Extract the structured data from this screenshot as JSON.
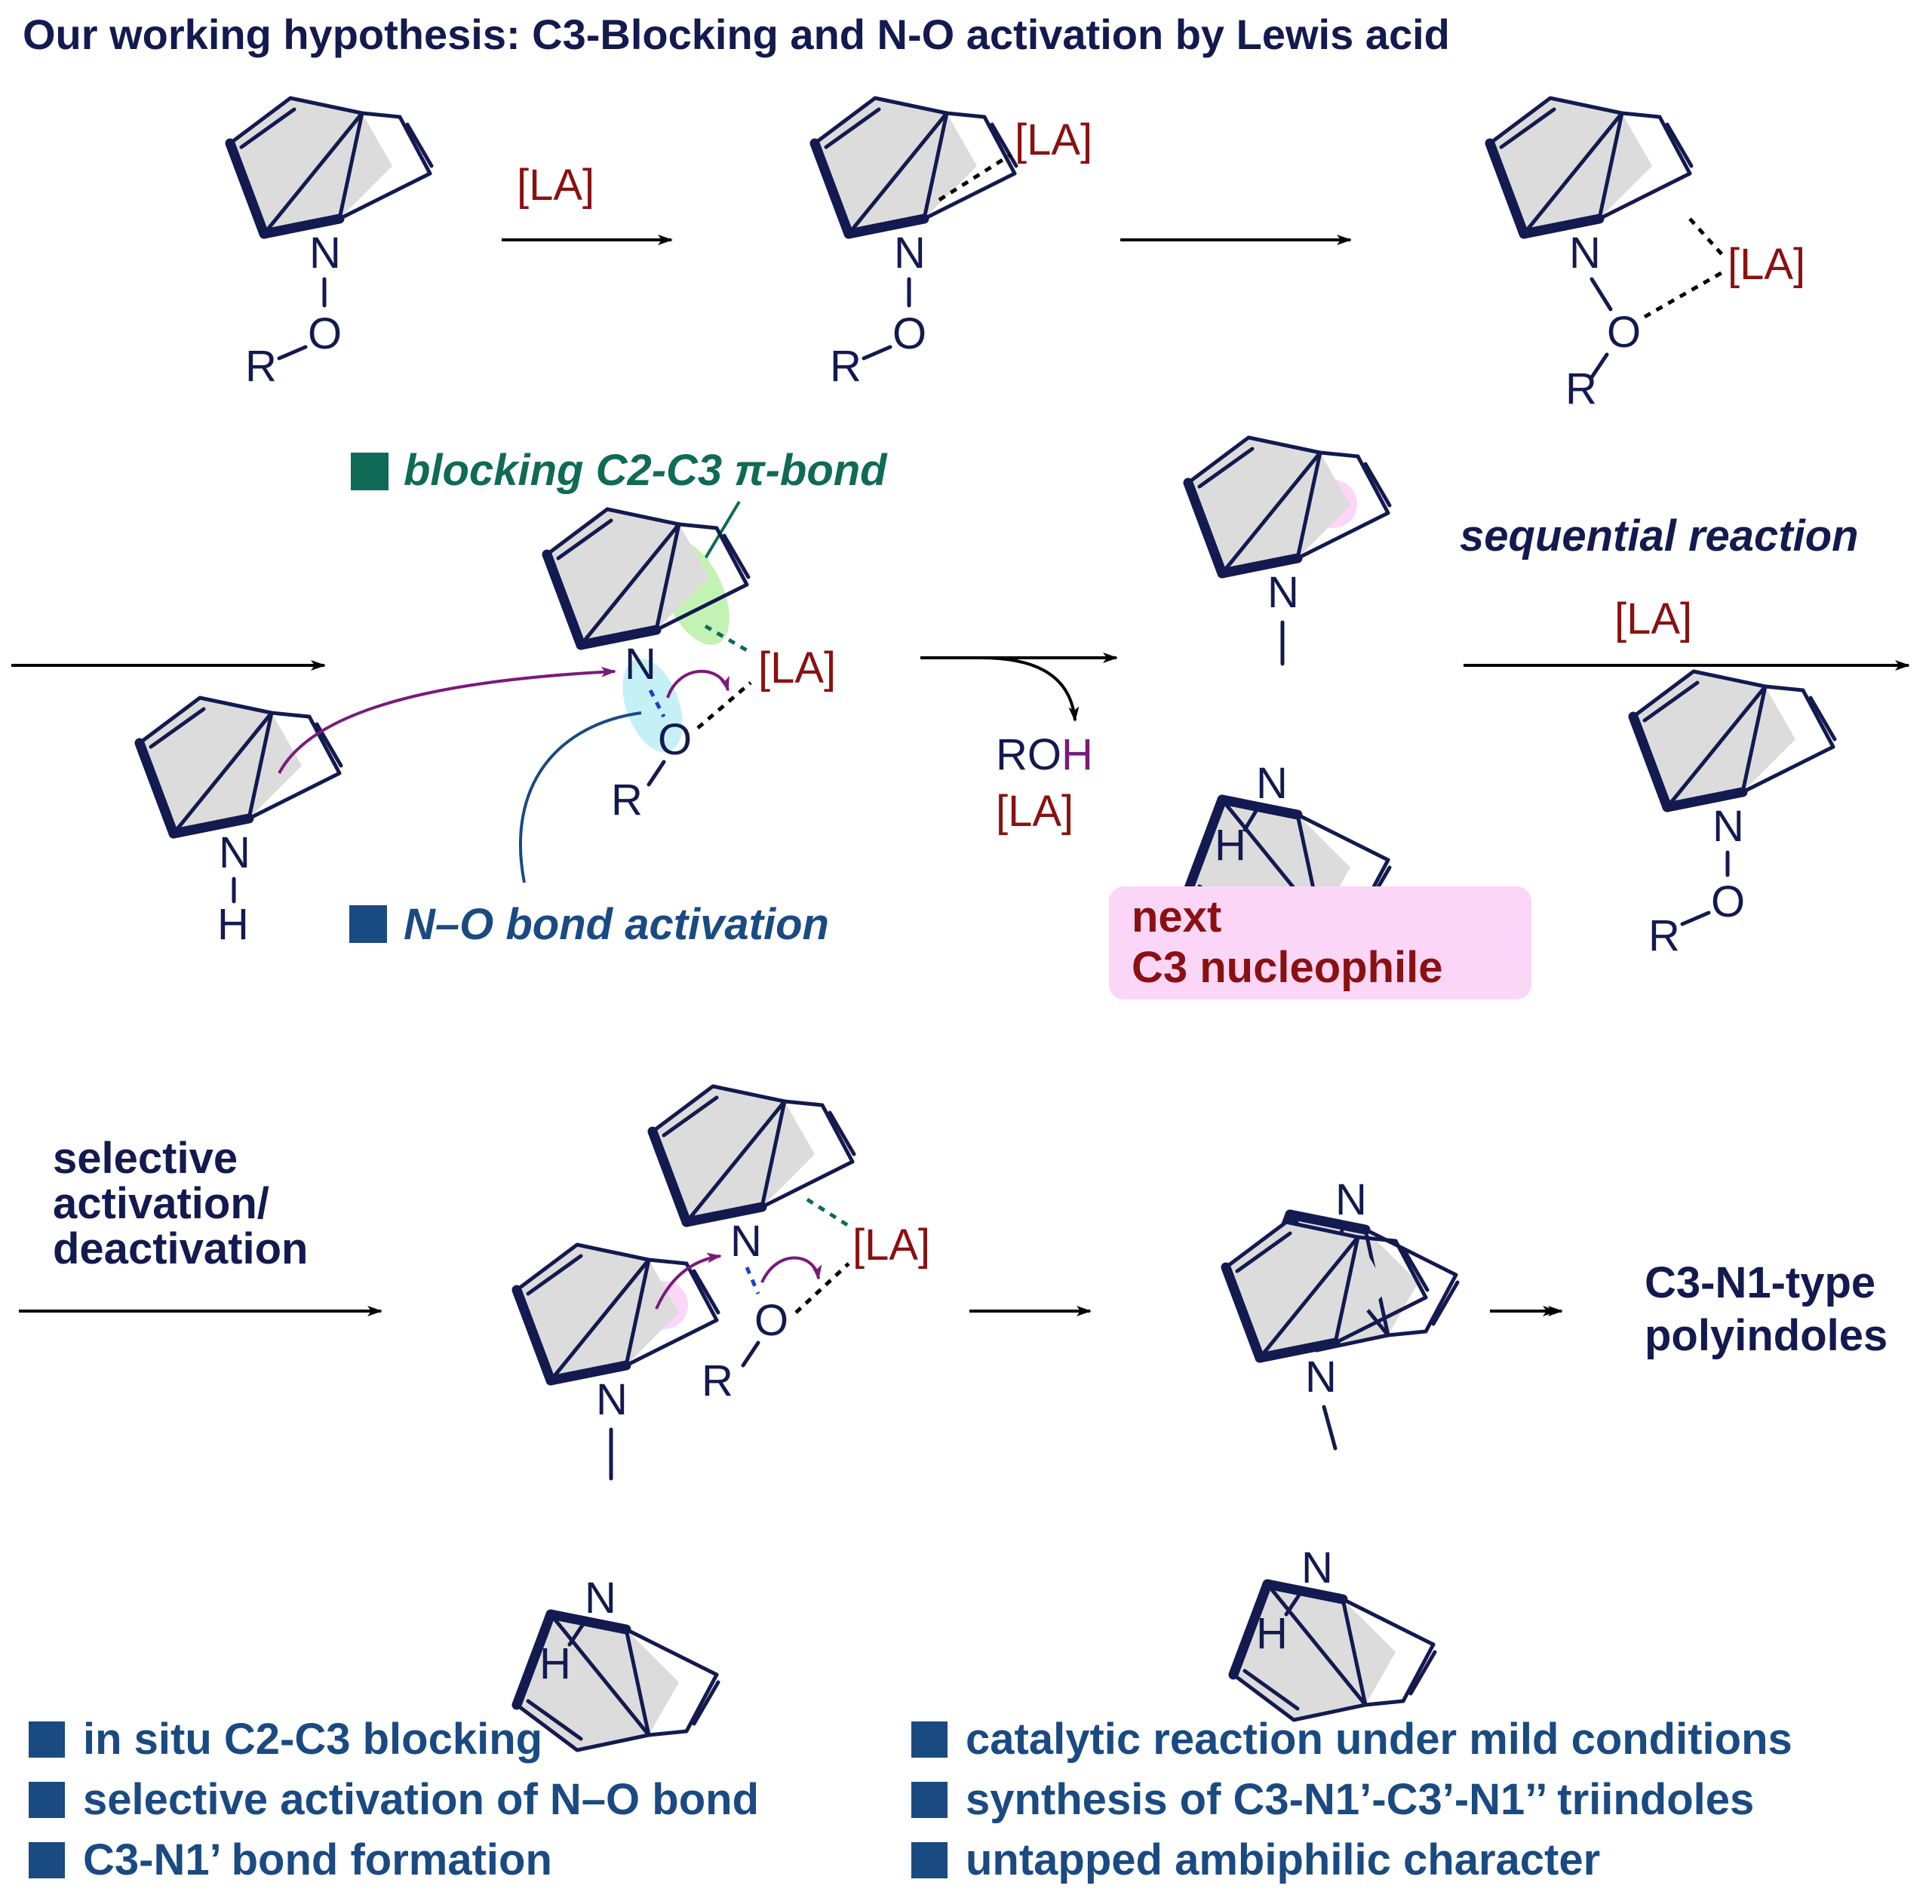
{
  "title": "Our working hypothesis: C3-Blocking and N-O activation by Lewis acid",
  "atoms": {
    "N": "N",
    "O": "O",
    "R": "R",
    "H": "H"
  },
  "lewis_acid": "[LA]",
  "row2": {
    "blocking_label": "blocking C2-C3 π-bond",
    "activation_label": "N–O bond activation",
    "byproduct_ro": "RO",
    "byproduct_h": "H",
    "byproduct_la": "[LA]",
    "nucleophile_line1": "next",
    "nucleophile_line2": "C3 nucleophile",
    "sequential_label": "sequential reaction",
    "sequential_la": "[LA]"
  },
  "row3": {
    "selective_line1": "selective",
    "selective_line2": "activation/",
    "selective_line3": "deactivation",
    "product_line1": "C3-N1-type",
    "product_line2": "polyindoles"
  },
  "bullets_left": [
    "in situ C2-C3 blocking",
    "selective activation of N–O bond",
    "C3-N1’ bond formation"
  ],
  "bullets_right": [
    "catalytic reaction under mild conditions",
    "synthesis of C3-N1’-C3’-N1’’ triindoles",
    "untapped ambiphilic character"
  ],
  "colors": {
    "dark_navy": "#131a4f",
    "lewis_acid_red": "#8a1111",
    "green": "#0f6b55",
    "blue": "#1a4a82",
    "pink_highlight": "#fcd6f7",
    "purple_arrow": "#7a1a7a"
  }
}
